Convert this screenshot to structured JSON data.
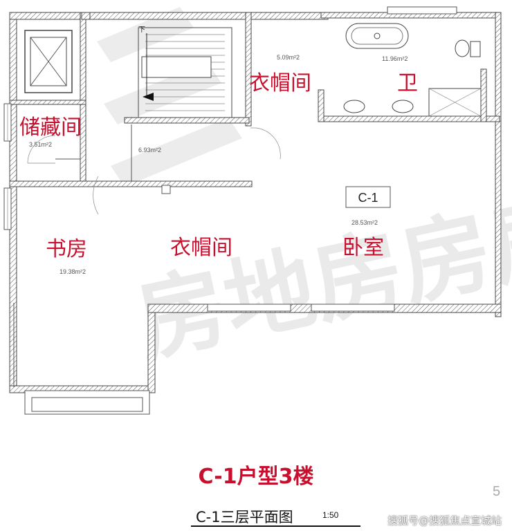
{
  "rooms": [
    {
      "label": "储藏间",
      "area": "3.51m²2"
    },
    {
      "label": "衣帽间",
      "area": "5.09m²2"
    },
    {
      "label": "卫",
      "area": "11.96m²2"
    },
    {
      "label": "书房",
      "area": "19.38m²2"
    },
    {
      "label": "衣帽间",
      "area": "6.93m²2"
    },
    {
      "label": "卧室",
      "area": "28.53m²2"
    }
  ],
  "unit_tag": "C-1",
  "stair_mark": "下",
  "watermark": "房地房房房",
  "title": "C-1户型3楼",
  "subtitle": "C-1三层平面图",
  "scale": "1:50",
  "page_number": "5",
  "source": "搜狐号@搜狐焦点宣城站",
  "colors": {
    "label": "#c8102e",
    "wall_hatch": "#444444"
  }
}
